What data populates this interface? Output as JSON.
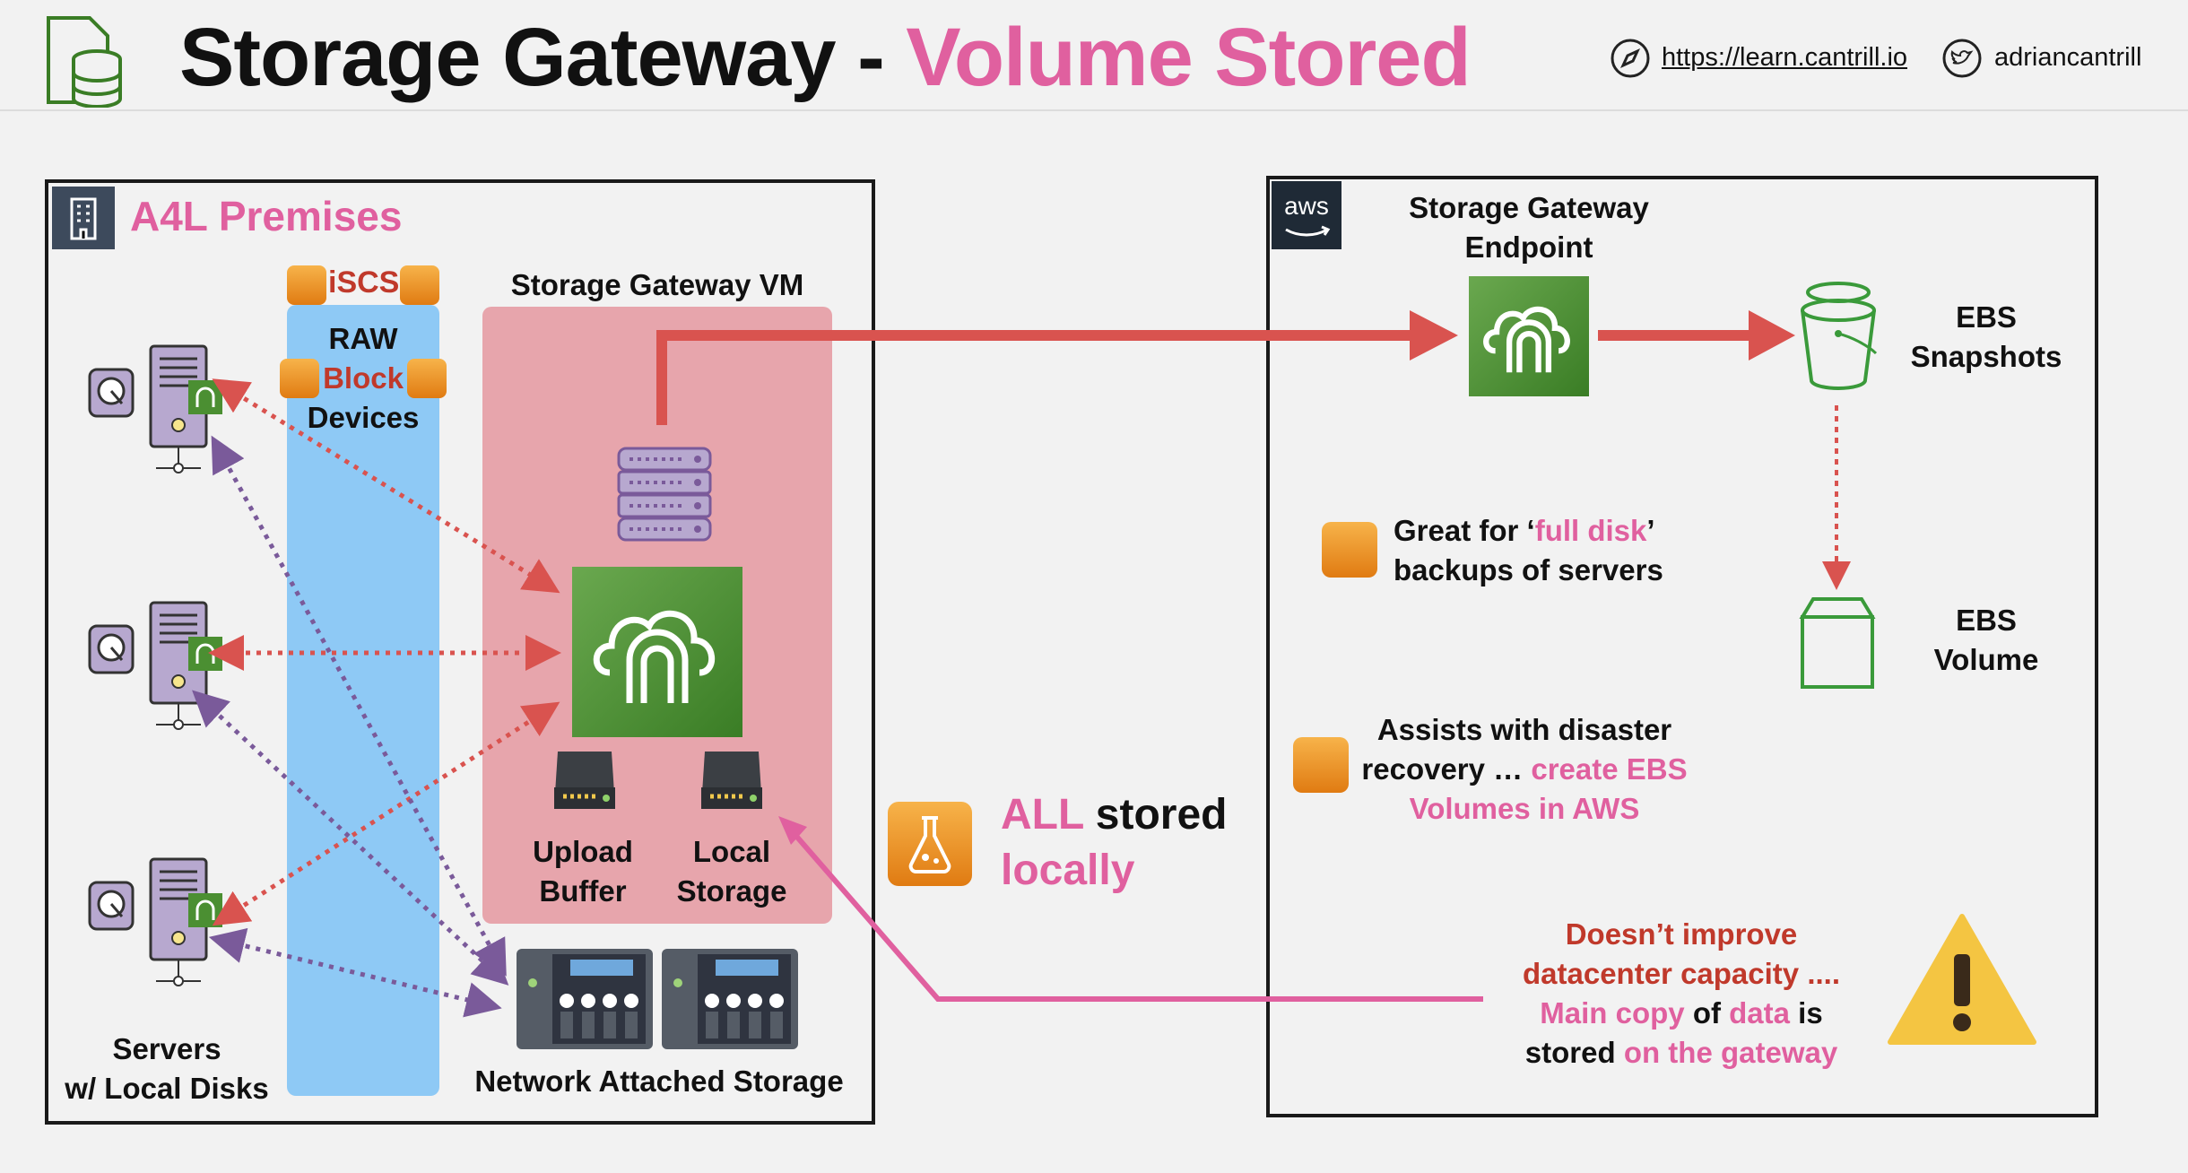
{
  "header": {
    "title_prefix": "Storage Gateway - ",
    "title_highlight": "Volume Stored",
    "url": "https://learn.cantrill.io",
    "twitter": "adriancantrill"
  },
  "premises": {
    "title": "A4L Premises",
    "iscsi": "iSCSI",
    "raw_line1": "RAW",
    "raw_block": "Block",
    "raw_line3": "Devices",
    "vm_title": "Storage Gateway VM",
    "upload_buffer": [
      "Upload",
      "Buffer"
    ],
    "local_storage": [
      "Local",
      "Storage"
    ],
    "servers": [
      "Servers",
      "w/ Local Disks"
    ],
    "nas": "Network Attached Storage"
  },
  "aws": {
    "logo": "aws",
    "endpoint": [
      "Storage Gateway",
      "Endpoint"
    ],
    "ebs_snapshots": [
      "EBS",
      "Snapshots"
    ],
    "ebs_volume": [
      "EBS",
      "Volume"
    ],
    "note_full_disk": {
      "pre": "Great for ‘",
      "highlight": "full disk",
      "post": "’",
      "line2": "backups of servers"
    },
    "note_dr": {
      "line1": "Assists with disaster",
      "line2_pre": "recovery … ",
      "line2_highlight": "create EBS",
      "line3": "Volumes in AWS"
    },
    "warning": {
      "line1": "Doesn’t improve",
      "line2": "datacenter capacity ....",
      "line3_a": "Main copy",
      "line3_b": " of ",
      "line3_c": "data",
      "line3_d": " is",
      "line4_a": "stored ",
      "line4_b": "on the gateway"
    }
  },
  "middle_note": {
    "all": "ALL",
    "stored": " stored",
    "locally": "locally"
  },
  "colors": {
    "pink": "#e0609f",
    "red_arrow": "#d9534f",
    "gateway_green": "#4b8f32",
    "raw_blue": "#8ec9f5",
    "vm_pink": "#e7a5ac",
    "orange": "#f0a030",
    "purple_arrow": "#7a5a9a"
  },
  "icons": [
    "storage-gateway-icon",
    "server-icon",
    "hard-disk-icon",
    "nas-icon",
    "bucket-icon",
    "volume-icon",
    "beaker-icon",
    "warning-icon",
    "compass-icon",
    "twitter-icon",
    "building-icon",
    "aws-logo"
  ]
}
